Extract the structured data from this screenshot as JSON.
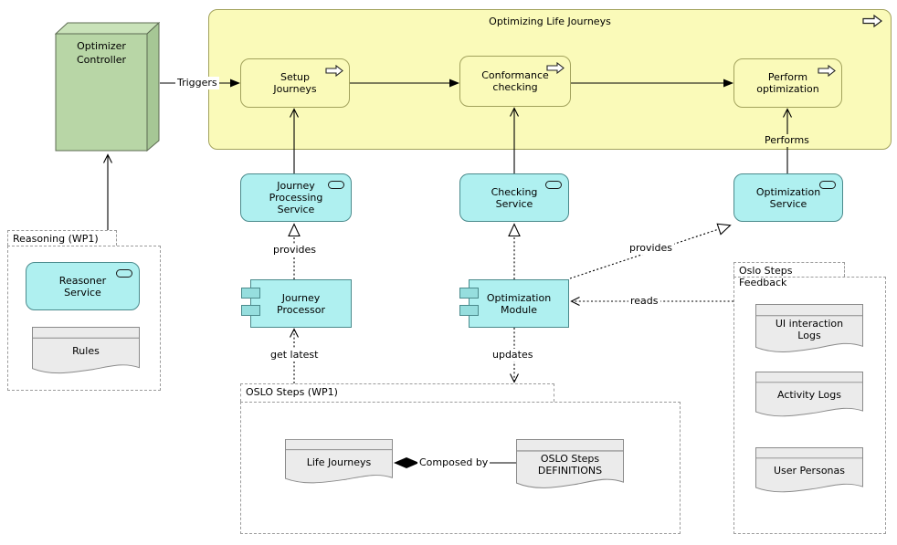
{
  "palette": {
    "process_yellow_fill": "#FAFAB9",
    "process_yellow_border": "#A2A25C",
    "app_cyan_fill": "#AFF0F0",
    "app_cyan_border": "#4A8A8C",
    "component_tab_fill": "#96DEDE",
    "node_green_front": "#B8D6A6",
    "node_green_top": "#C9E2B9",
    "node_green_side": "#A6C795",
    "artifact_gray_fill": "#EBEBEB",
    "artifact_gray_border": "#8A8A8A",
    "group_border_gray": "#9B9B9B",
    "connector_black": "#000000"
  },
  "optimizer_controller": {
    "label": "Optimizer\nController"
  },
  "life_journeys": {
    "title": "Optimizing Life Journeys",
    "processes": [
      {
        "label": "Setup\nJourneys"
      },
      {
        "label": "Conformance\nchecking"
      },
      {
        "label": "Perform\noptimization"
      }
    ]
  },
  "services": [
    {
      "label": "Journey\nProcessing\nService"
    },
    {
      "label": "Checking\nService"
    },
    {
      "label": "Optimization\nService"
    }
  ],
  "components": [
    {
      "label": "Journey\nProcessor"
    },
    {
      "label": "Optimization\nModule"
    }
  ],
  "reasoning_group": {
    "title": "Reasoning (WP1)",
    "service": {
      "label": "Reasoner\nService"
    },
    "artifact": {
      "label": "Rules"
    }
  },
  "oslo_group": {
    "title": "OSLO Steps (WP1)",
    "artifacts": [
      {
        "label": "Life Journeys"
      },
      {
        "label": "OSLO Steps\nDEFINITIONS"
      }
    ]
  },
  "feedback_group": {
    "title": "Oslo Steps Feedback",
    "artifacts": [
      {
        "label": "UI interaction\nLogs"
      },
      {
        "label": "Activity Logs"
      },
      {
        "label": "User Personas"
      }
    ]
  },
  "relations": {
    "triggers": "Triggers",
    "performs": "Performs",
    "provides_journey": "provides",
    "provides_optimization": "provides",
    "get_latest": "get latest",
    "updates": "updates",
    "reads": "reads",
    "composed_by": "Composed by"
  }
}
